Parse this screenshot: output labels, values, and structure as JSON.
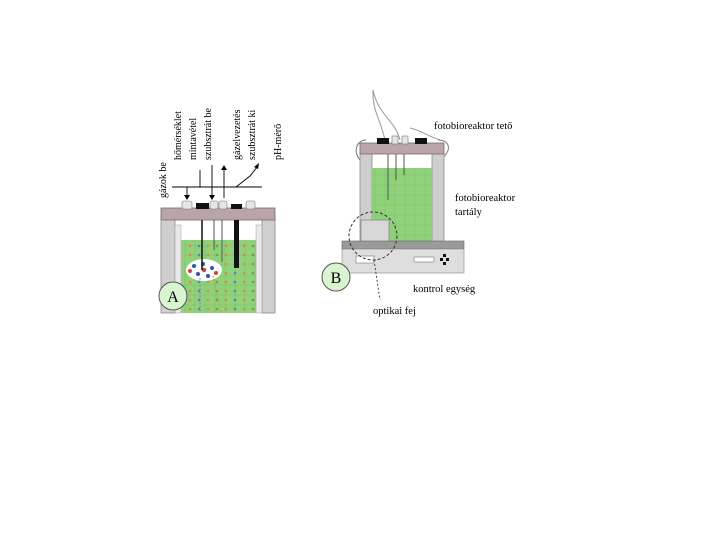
{
  "panel_a": {
    "badge": "A",
    "labels": {
      "gases_in": "gázok be",
      "temperature": "hőmérséklet",
      "sampling": "mintavétel",
      "substrate_in": "szubsztrát be",
      "gas_outlet": "gázelvezetés",
      "substrate_out": "szubsztrát ki",
      "ph_meter": "pH-mérő"
    }
  },
  "panel_b": {
    "badge": "B",
    "labels": {
      "lid": "fotobioreaktor tető",
      "tank_line1": "fotobioreaktor",
      "tank_line2": "tartály",
      "control_unit": "kontrol egység",
      "optical_head": "optikai fej"
    }
  },
  "colors": {
    "green": "#8fd27a",
    "lid": "#b9a4a8",
    "wall": "#cfcfcf",
    "badge_fill": "#d9f5d0"
  }
}
